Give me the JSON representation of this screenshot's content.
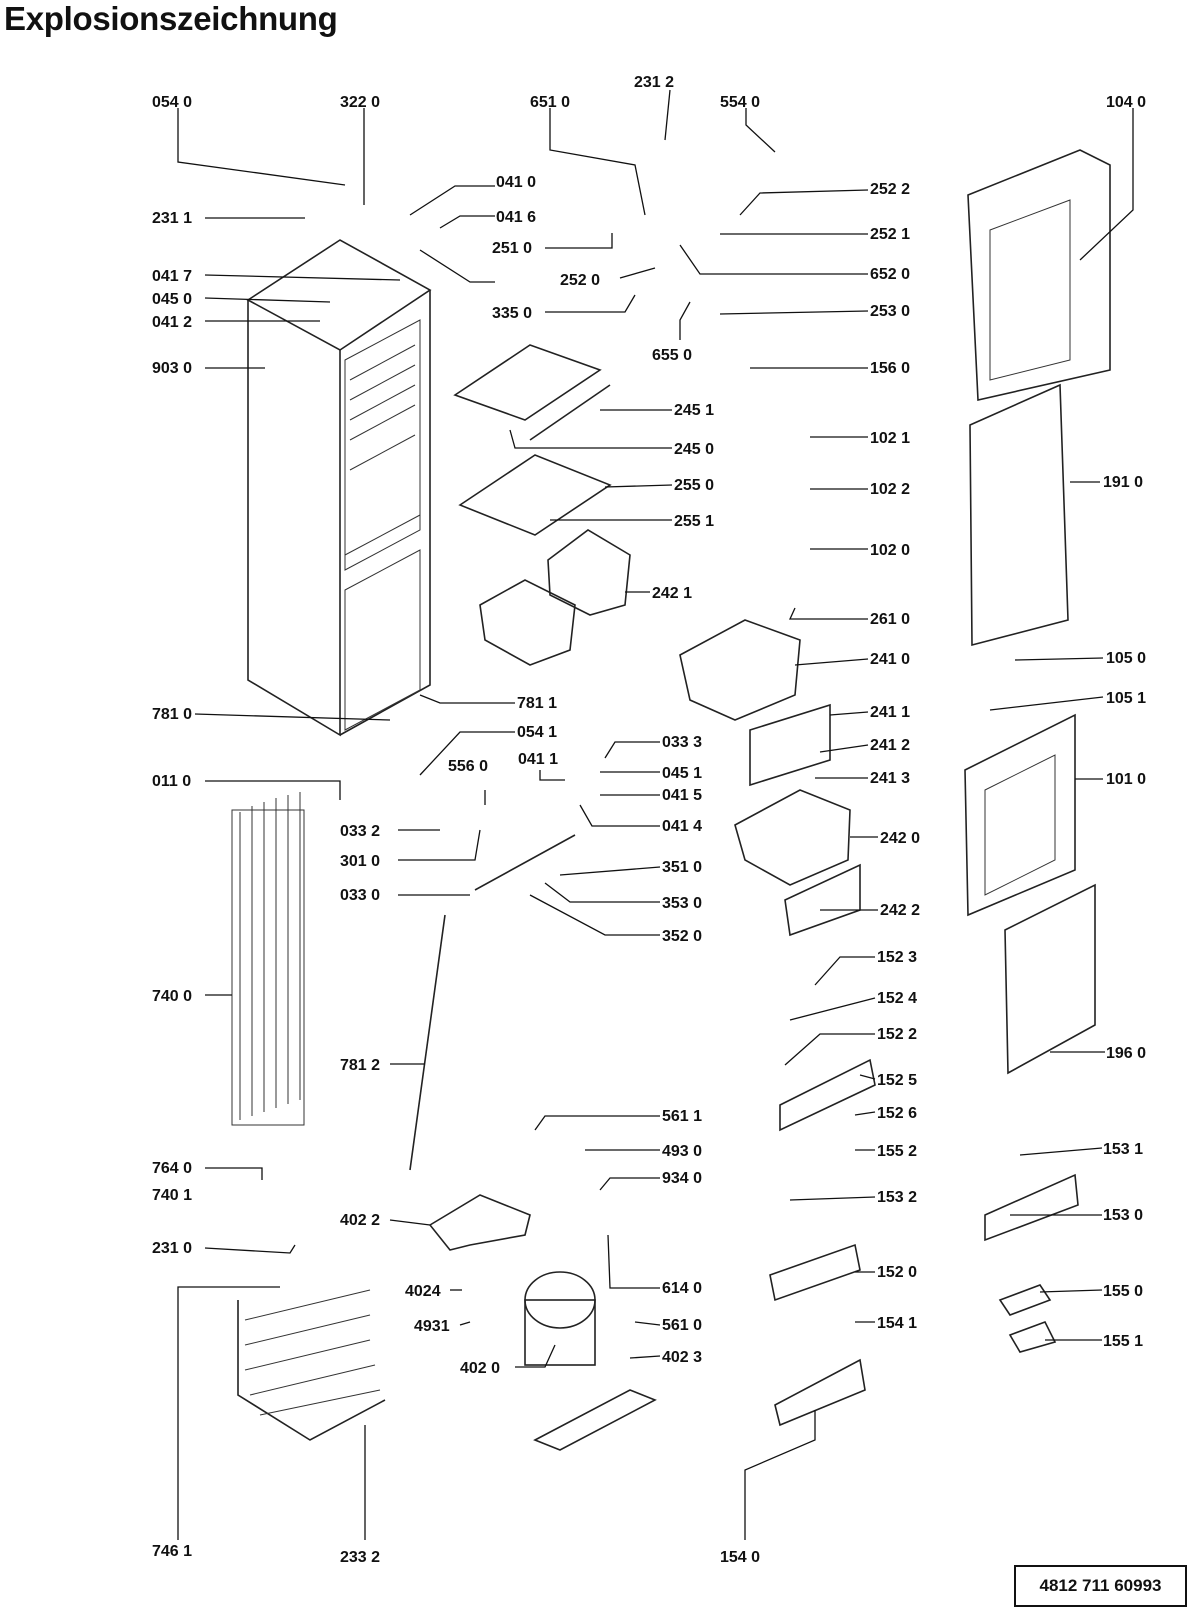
{
  "title": "Explosionszeichnung",
  "document_number": "4812  711  60993",
  "labels": [
    "054 0",
    "322 0",
    "651 0",
    "231 2",
    "554 0",
    "104 0",
    "041 0",
    "231 1",
    "041 6",
    "252 2",
    "251 0",
    "252 1",
    "041 7",
    "252 0",
    "652 0",
    "045 0",
    "335 0",
    "253 0",
    "041 2",
    "655 0",
    "903 0",
    "156 0",
    "245 1",
    "245 0",
    "102 1",
    "255 0",
    "102 2",
    "191 0",
    "255 1",
    "102 0",
    "242 1",
    "261 0",
    "241 0",
    "105 0",
    "105 1",
    "241 1",
    "781 0",
    "781 1",
    "054 1",
    "033 3",
    "241 2",
    "556 0",
    "041 1",
    "045 1",
    "241 3",
    "011 0",
    "101 0",
    "041 5",
    "041 4",
    "033 2",
    "242 0",
    "301 0",
    "351 0",
    "033 0",
    "353 0",
    "242 2",
    "352 0",
    "152 3",
    "740 0",
    "152 4",
    "152 2",
    "196 0",
    "781 2",
    "152 5",
    "152 6",
    "561 1",
    "493 0",
    "155 2",
    "153 1",
    "764 0",
    "934 0",
    "153 2",
    "740 1",
    "402 2",
    "153 0",
    "231 0",
    "152 0",
    "614 0",
    "4024",
    "155 0",
    "4931",
    "561 0",
    "154 1",
    "402 3",
    "402 0",
    "155 1",
    "746 1",
    "233 2",
    "154 0"
  ]
}
